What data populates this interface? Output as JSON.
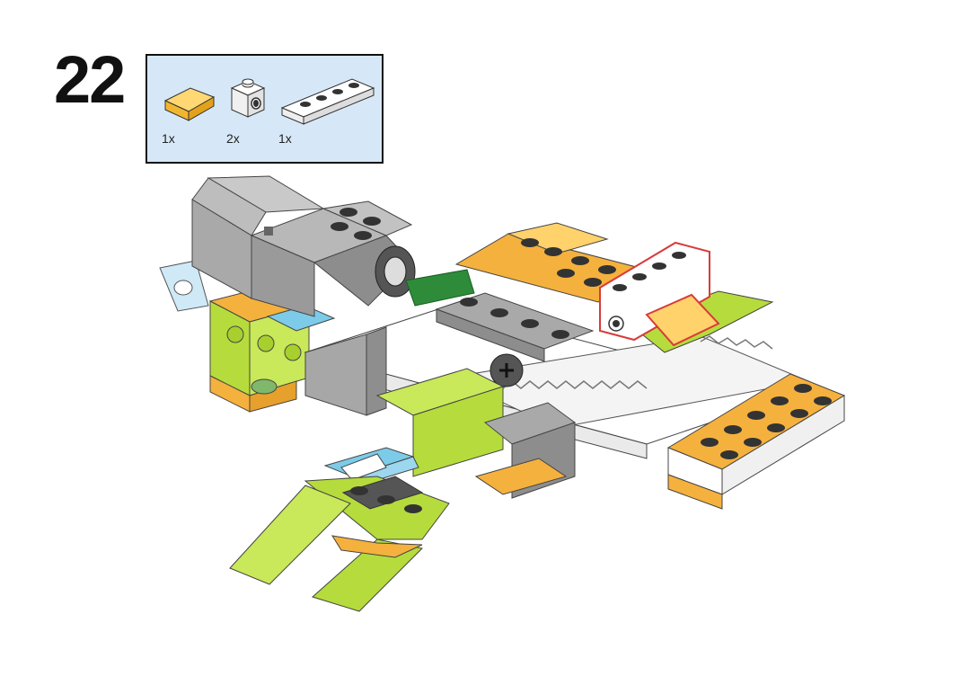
{
  "step": {
    "number": "22"
  },
  "parts_list": {
    "parts": [
      {
        "name": "yellow-slope-brick",
        "count": "1x",
        "color": "#f5c542"
      },
      {
        "name": "white-brick-with-hole",
        "count": "2x",
        "color": "#ffffff"
      },
      {
        "name": "white-plate-1x4",
        "count": "1x",
        "color": "#ffffff"
      }
    ]
  },
  "model": {
    "description_icon": "lego-assembly-illustration",
    "colors": {
      "motor_gray": "#a9a9a9",
      "lime": "#b5dc3c",
      "orange": "#f5b13d",
      "light_blue": "#7ccbe8",
      "white": "#ffffff",
      "dark_gray": "#555555",
      "highlight_red": "#d83a3a"
    }
  }
}
